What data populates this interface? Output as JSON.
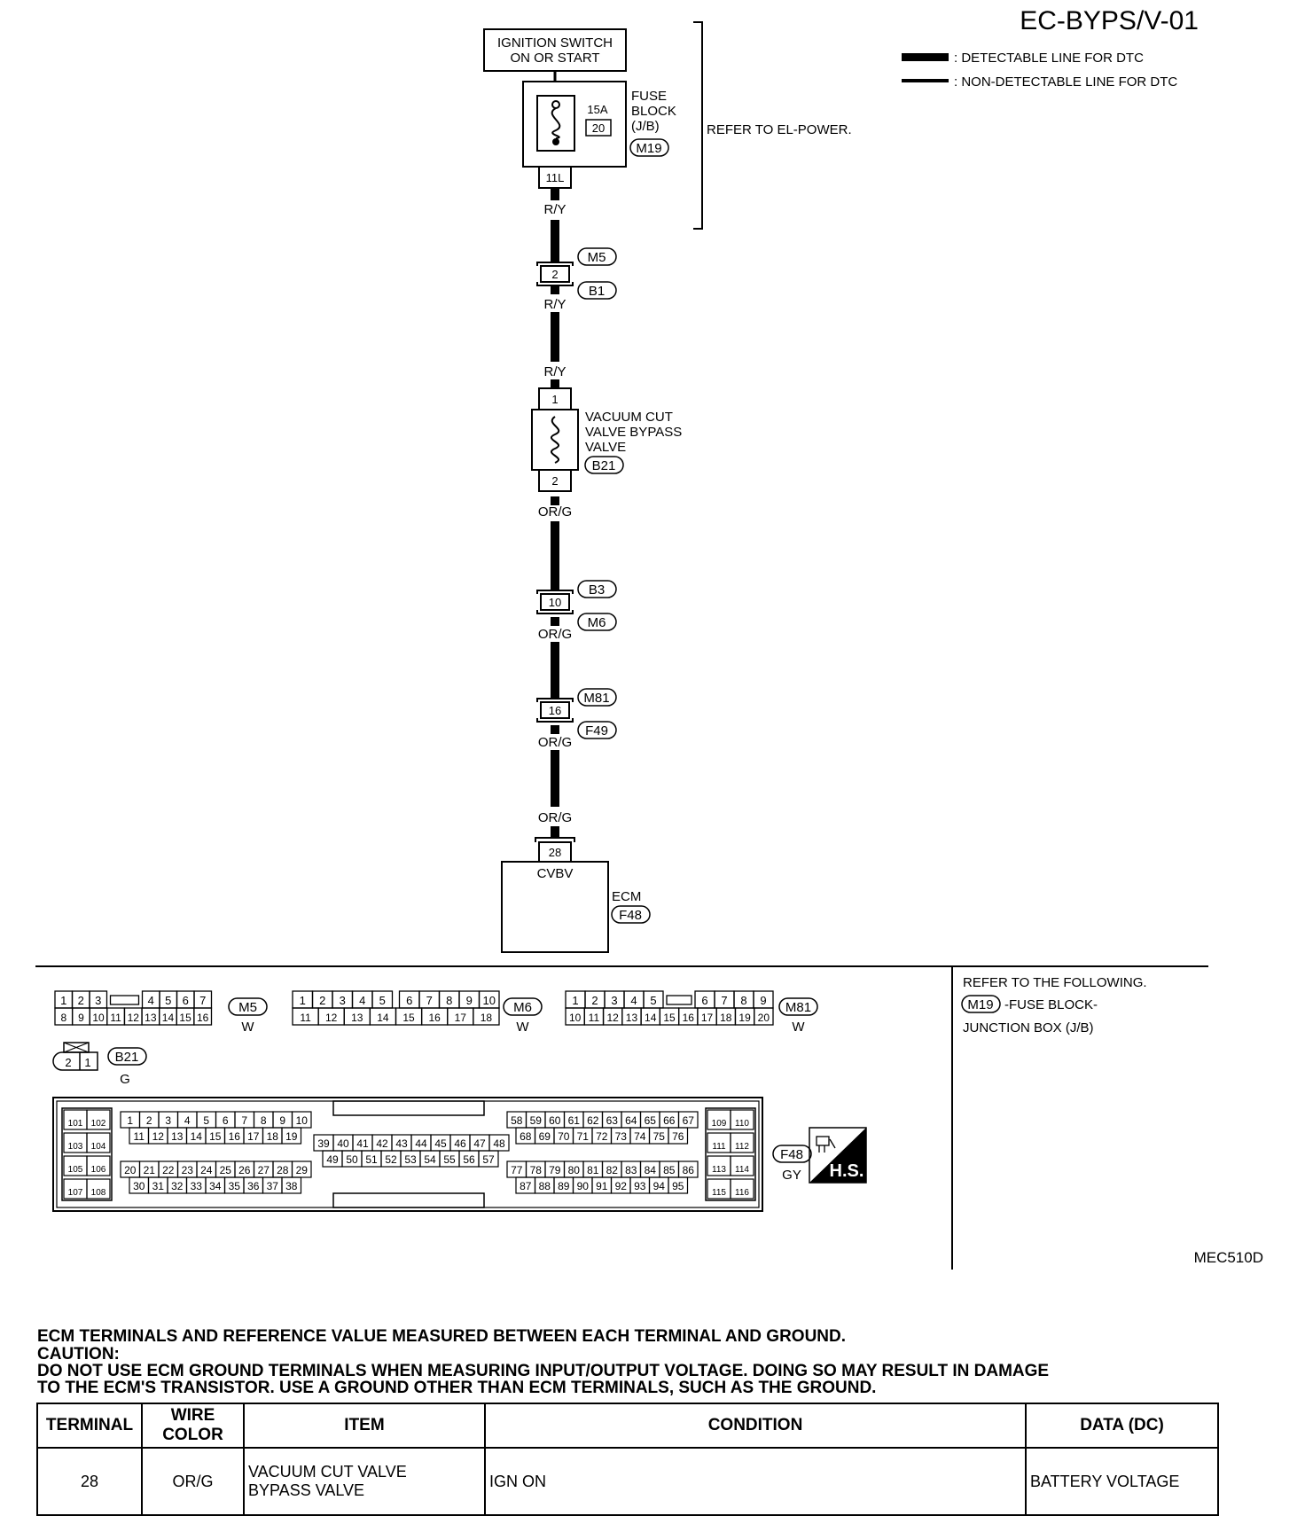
{
  "diagram_id": "EC-BYPS/V-01",
  "legend": {
    "detectable": ": DETECTABLE LINE FOR DTC",
    "non_detectable": ": NON-DETECTABLE LINE FOR DTC"
  },
  "ignition": {
    "line1": "IGNITION SWITCH",
    "line2": "ON OR START"
  },
  "fuse": {
    "rating": "15A",
    "number": "20",
    "label1": "FUSE",
    "label2": "BLOCK",
    "label3": "(J/B)",
    "connector": "M19",
    "terminal": "11L"
  },
  "refer_power": "REFER TO EL-POWER.",
  "wires": {
    "ry": "R/Y",
    "org": "OR/G"
  },
  "joints": [
    {
      "pin": "2",
      "upper": "M5",
      "lower": "B1"
    },
    {
      "pin": "10",
      "upper": "B3",
      "lower": "M6"
    },
    {
      "pin": "16",
      "upper": "M81",
      "lower": "F49"
    }
  ],
  "valve": {
    "line1": "VACUUM CUT",
    "line2": "VALVE BYPASS",
    "line3": "VALVE",
    "connector": "B21",
    "pin_top": "1",
    "pin_bottom": "2"
  },
  "ecm": {
    "pin": "28",
    "signal": "CVBV",
    "label": "ECM",
    "connector": "F48"
  },
  "connectors": {
    "m5": {
      "id": "M5",
      "color": "W",
      "row1": [
        "1",
        "2",
        "3",
        "4",
        "5",
        "6",
        "7"
      ],
      "row2": [
        "8",
        "9",
        "10",
        "11",
        "12",
        "13",
        "14",
        "15",
        "16"
      ]
    },
    "m6": {
      "id": "M6",
      "color": "W",
      "row1": [
        "1",
        "2",
        "3",
        "4",
        "5",
        "6",
        "7",
        "8",
        "9",
        "10"
      ],
      "row2": [
        "11",
        "12",
        "13",
        "14",
        "15",
        "16",
        "17",
        "18"
      ]
    },
    "m81": {
      "id": "M81",
      "color": "W",
      "row1": [
        "1",
        "2",
        "3",
        "4",
        "5",
        "6",
        "7",
        "8",
        "9"
      ],
      "row2": [
        "10",
        "11",
        "12",
        "13",
        "14",
        "15",
        "16",
        "17",
        "18",
        "19",
        "20"
      ]
    },
    "b21": {
      "id": "B21",
      "color": "G",
      "pins": [
        "2",
        "1"
      ]
    },
    "f48": {
      "id": "F48",
      "color": "GY"
    }
  },
  "hs_badge": "H.S.",
  "refer_following": {
    "line1": "REFER TO THE FOLLOWING.",
    "conn": "M19",
    "line2": "-FUSE BLOCK-",
    "line3": "JUNCTION BOX (J/B)"
  },
  "figure_code": "MEC510D",
  "caption": {
    "line1": "ECM TERMINALS AND REFERENCE VALUE MEASURED BETWEEN EACH TERMINAL AND GROUND.",
    "line2": "CAUTION:",
    "line3": "DO NOT USE ECM GROUND TERMINALS WHEN MEASURING INPUT/OUTPUT  VOLTAGE. DOING SO MAY RESULT IN DAMAGE",
    "line4": "TO THE ECM'S TRANSISTOR. USE A GROUND OTHER THAN ECM TERMINALS, SUCH AS THE  GROUND."
  },
  "table": {
    "headers": [
      "TERMINAL",
      "WIRE COLOR",
      "ITEM",
      "CONDITION",
      "DATA (DC)"
    ],
    "row": {
      "terminal": "28",
      "wire_color": "OR/G",
      "item1": "VACUUM CUT VALVE",
      "item2": "BYPASS VALVE",
      "condition": "IGN ON",
      "data": "BATTERY VOLTAGE"
    }
  }
}
